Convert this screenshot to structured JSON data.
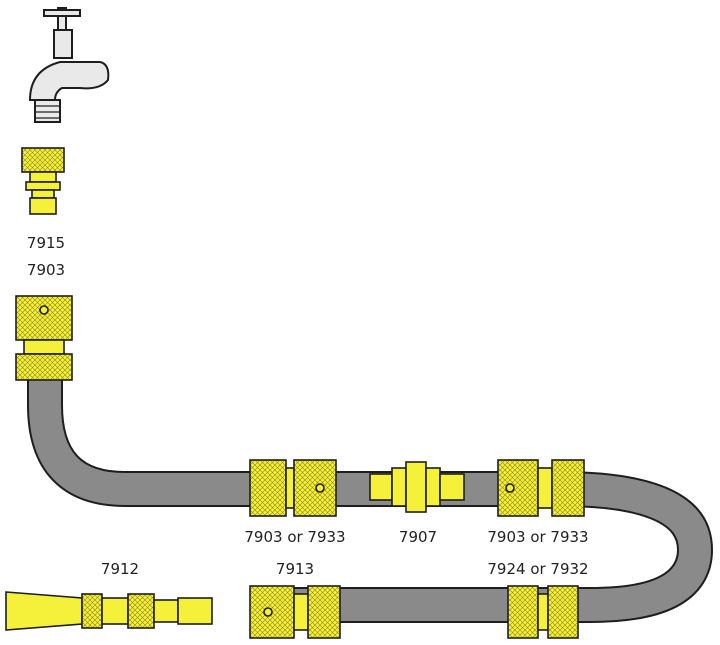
{
  "colors": {
    "brass": "#f5f03a",
    "brass_dark": "#c9c21d",
    "hose": "#8a8a8a",
    "outline": "#1e1e1e",
    "tap": "#e9e9e9"
  },
  "parts": {
    "p7915": "7915",
    "p7903_top": "7903",
    "p7903_or_7933_left": "7903 or 7933",
    "p7907": "7907",
    "p7903_or_7933_right": "7903 or 7933",
    "p7912": "7912",
    "p7913": "7913",
    "p7924_or_7932": "7924 or 7932"
  },
  "icons": [
    "tap-icon",
    "tap-connector-icon",
    "hose-connector-icon",
    "double-male-connector-icon",
    "hose-nozzle-icon",
    "hose-repair-connector-icon"
  ]
}
